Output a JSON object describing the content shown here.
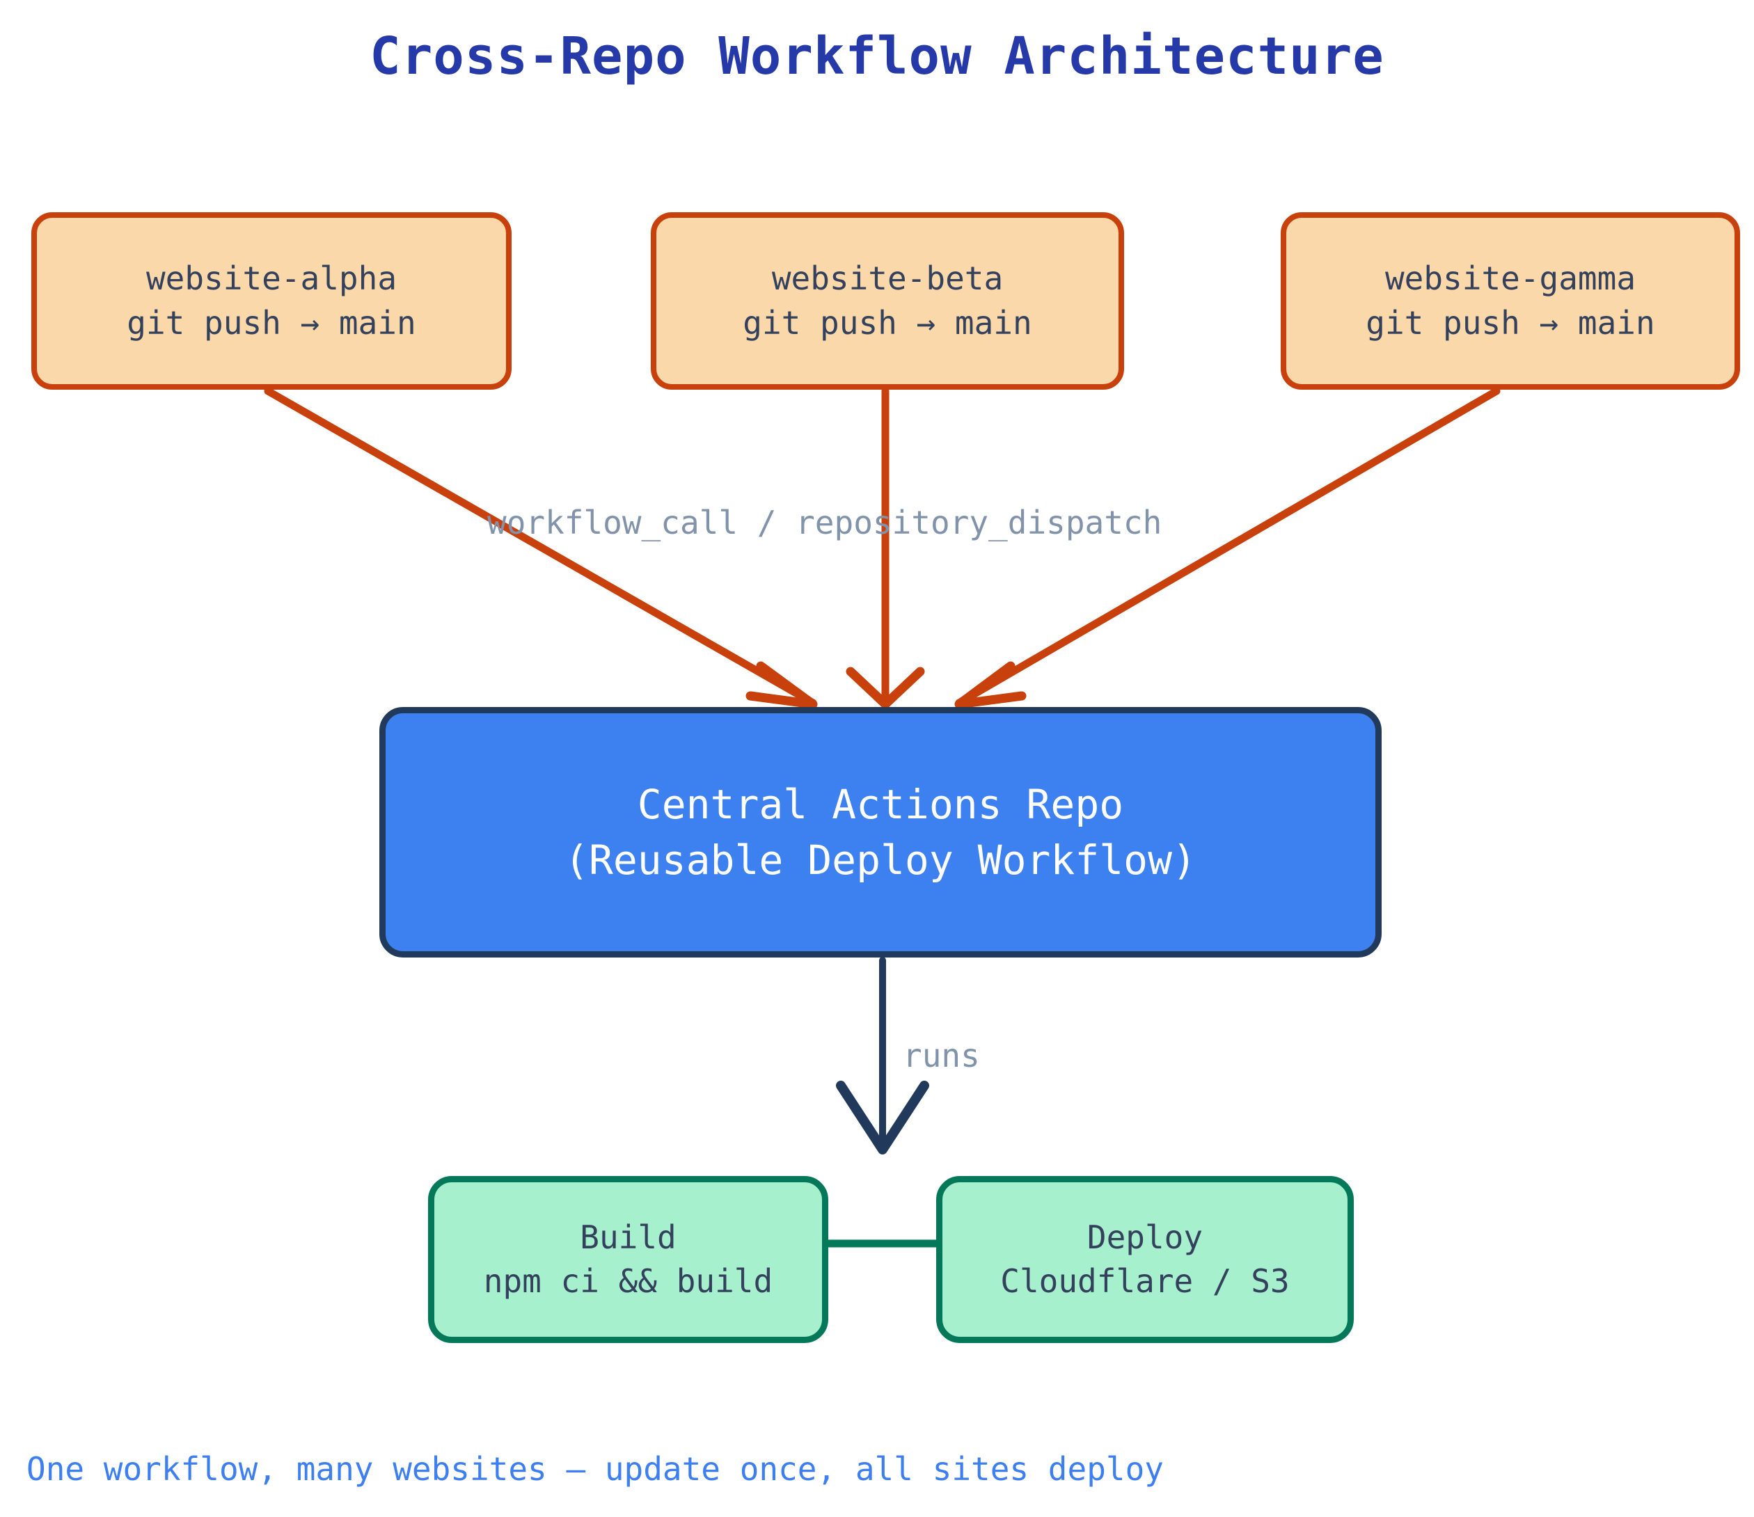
{
  "title": "Cross-Repo Workflow Architecture",
  "colors": {
    "title": "#253AA8",
    "source_fill": "#FBD8A9",
    "source_border": "#C8400C",
    "central_fill": "#3D80F0",
    "central_border": "#213A5C",
    "job_fill": "#A7F0CD",
    "job_border": "#03795A",
    "edge_label": "#8193AB",
    "caption": "#3D7FF0",
    "node_text": "#33415C",
    "central_text": "#FFFFFF",
    "background": "#FFFFFF"
  },
  "nodes": {
    "sources": [
      {
        "id": "website-alpha",
        "line1": "website-alpha",
        "line2": "git push → main"
      },
      {
        "id": "website-beta",
        "line1": "website-beta",
        "line2": "git push → main"
      },
      {
        "id": "website-gamma",
        "line1": "website-gamma",
        "line2": "git push → main"
      }
    ],
    "central": {
      "id": "central-actions-repo",
      "line1": "Central Actions Repo",
      "line2": "(Reusable Deploy Workflow)"
    },
    "jobs": [
      {
        "id": "build",
        "line1": "Build",
        "line2": "npm ci && build"
      },
      {
        "id": "deploy",
        "line1": "Deploy",
        "line2": "Cloudflare / S3"
      }
    ]
  },
  "edges": {
    "dispatch_label": "workflow_call / repository_dispatch",
    "runs_label": "runs"
  },
  "caption": "One workflow, many websites — update once, all sites deploy"
}
